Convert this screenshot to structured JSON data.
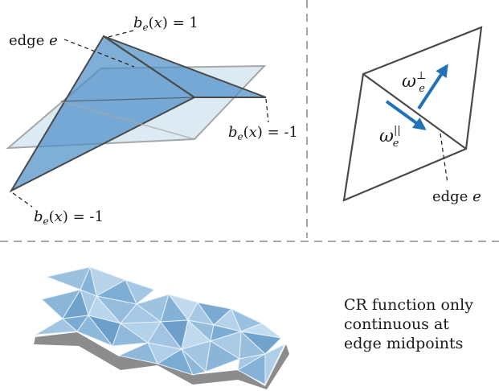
{
  "panel_a": {
    "edge_label": "edge",
    "edge_symbol": "e",
    "basis_top": {
      "b": "b",
      "sub": "e",
      "x": "x",
      "value": "= 1"
    },
    "basis_right": {
      "b": "b",
      "sub": "e",
      "x": "x",
      "value": "= -1"
    },
    "basis_bottom": {
      "b": "b",
      "sub": "e",
      "x": "x",
      "value": "= -1"
    }
  },
  "panel_b": {
    "omega": "ω",
    "perp_super": "⊥",
    "par_super": "||",
    "sub": "e",
    "edge_label": "edge",
    "edge_symbol": "e"
  },
  "panel_c": {
    "caption_lines": [
      "CR function only",
      "continuous at",
      "edge midpoints"
    ]
  },
  "colors": {
    "blue_fill": "#4d8fc7",
    "light_fill": "#bfd8ea",
    "arrow": "#2273b5",
    "shadow": "#8c8c8c",
    "dashed_divider": "#a8a8a8"
  }
}
